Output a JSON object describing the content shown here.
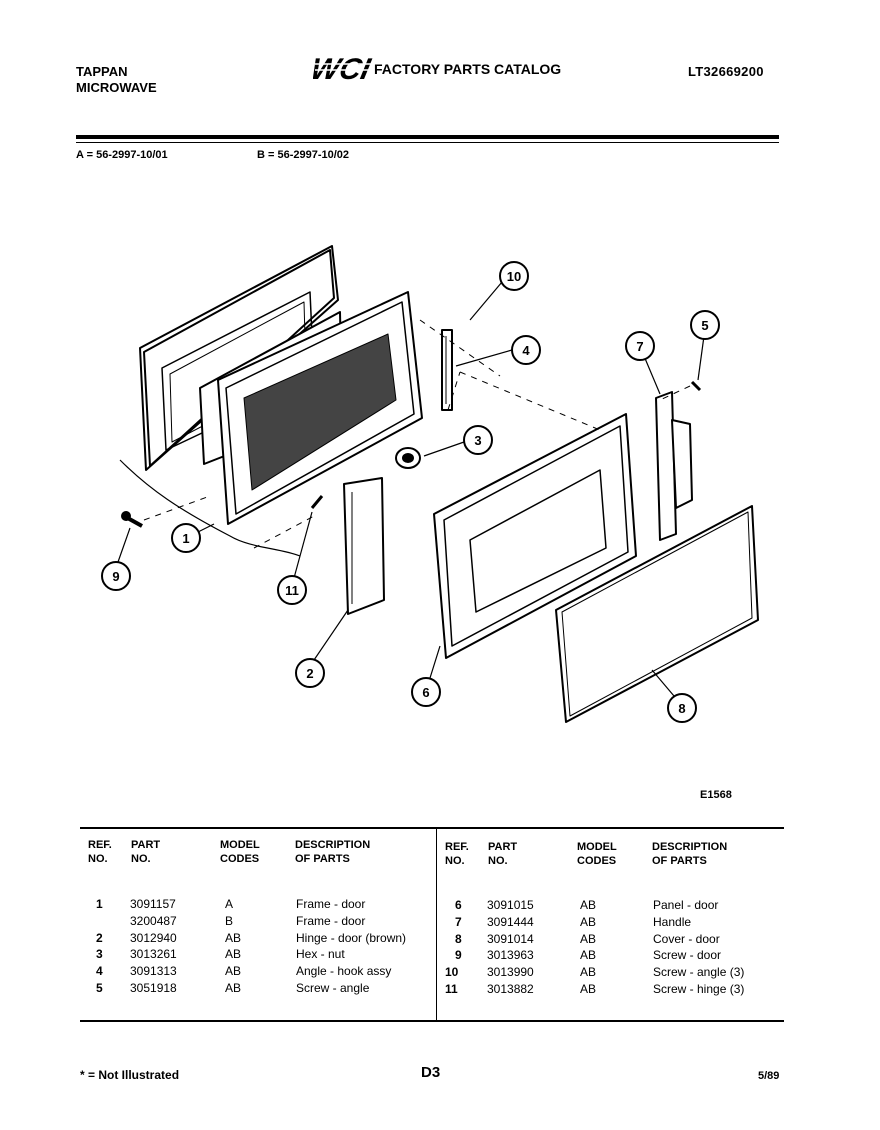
{
  "header": {
    "brand_line1": "TAPPAN",
    "brand_line2": "MICROWAVE",
    "logo_text": "WCI",
    "catalog_title": "FACTORY PARTS CATALOG",
    "catalog_number": "LT32669200"
  },
  "models": {
    "a": "A = 56-2997-10/01",
    "b": "B = 56-2997-10/02"
  },
  "diagram": {
    "figure_code": "E1568",
    "callouts": [
      "10",
      "4",
      "3",
      "1",
      "9",
      "11",
      "2",
      "7",
      "5",
      "6",
      "8"
    ]
  },
  "table": {
    "headers": {
      "ref": [
        "REF.",
        "NO."
      ],
      "part": [
        "PART",
        "NO."
      ],
      "model": [
        "MODEL",
        "CODES"
      ],
      "desc": [
        "DESCRIPTION",
        "OF PARTS"
      ]
    },
    "left_rows": [
      {
        "ref": "1",
        "part": "3091157",
        "model": "A",
        "desc": "Frame - door"
      },
      {
        "ref": "",
        "part": "3200487",
        "model": "B",
        "desc": "Frame - door"
      },
      {
        "ref": "2",
        "part": "3012940",
        "model": "AB",
        "desc": "Hinge - door (brown)"
      },
      {
        "ref": "3",
        "part": "3013261",
        "model": "AB",
        "desc": "Hex - nut"
      },
      {
        "ref": "4",
        "part": "3091313",
        "model": "AB",
        "desc": "Angle - hook assy"
      },
      {
        "ref": "5",
        "part": "3051918",
        "model": "AB",
        "desc": "Screw - angle"
      }
    ],
    "right_rows": [
      {
        "ref": "6",
        "part": "3091015",
        "model": "AB",
        "desc": "Panel - door"
      },
      {
        "ref": "7",
        "part": "3091444",
        "model": "AB",
        "desc": "Handle"
      },
      {
        "ref": "8",
        "part": "3091014",
        "model": "AB",
        "desc": "Cover - door"
      },
      {
        "ref": "9",
        "part": "3013963",
        "model": "AB",
        "desc": "Screw - door"
      },
      {
        "ref": "10",
        "part": "3013990",
        "model": "AB",
        "desc": "Screw - angle (3)"
      },
      {
        "ref": "11",
        "part": "3013882",
        "model": "AB",
        "desc": "Screw - hinge (3)"
      }
    ]
  },
  "footer": {
    "note": "* = Not Illustrated",
    "page": "D3",
    "date": "5/89"
  }
}
